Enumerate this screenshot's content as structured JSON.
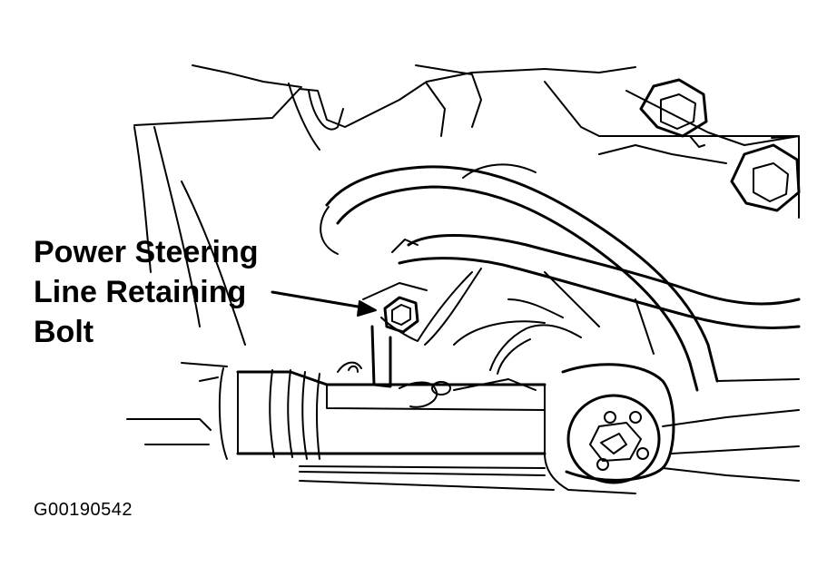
{
  "callout": {
    "lines": [
      "Power Steering",
      "Line Retaining",
      "Bolt"
    ]
  },
  "figure_id": "G00190542",
  "colors": {
    "ink": "#000000",
    "background": "#ffffff"
  }
}
